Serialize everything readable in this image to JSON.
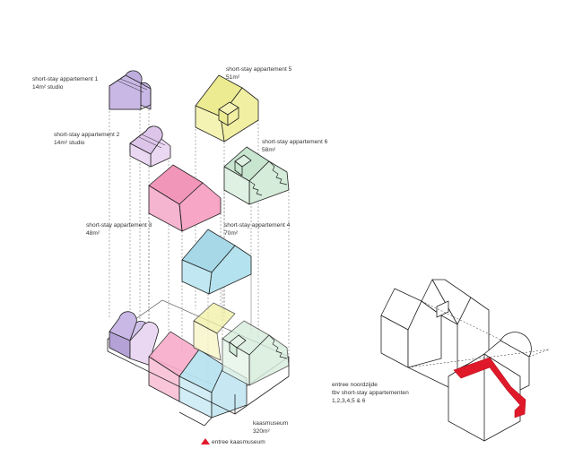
{
  "labels": {
    "unit1": {
      "name": "short-stay appartement 1",
      "area": "14m² studio"
    },
    "unit2": {
      "name": "short-stay appartement 2",
      "area": "14m² studio"
    },
    "unit3": {
      "name": "short-stay appartement 3",
      "area": "48m²"
    },
    "unit4": {
      "name": "short-stay appartement 4",
      "area": "70m²"
    },
    "unit5": {
      "name": "short-stay appartement 5",
      "area": "51m²"
    },
    "unit6": {
      "name": "short-stay appartement 6",
      "area": "58m²"
    },
    "museum": {
      "name": "kaasmuseum",
      "area": "320m²"
    },
    "entrance_museum": "entree kaasmuseum",
    "entrance_north": {
      "line1": "entree noordzijde",
      "line2": "tbv short-stay appartementen",
      "line3": "1,2,3,4,5 & 6"
    }
  },
  "colors": {
    "unit1": "#c9b8e6",
    "unit2": "#ead8f2",
    "unit3": "#f7a6c6",
    "unit4": "#b5e2ef",
    "unit5": "#f1f0a2",
    "unit6": "#d4ecd9",
    "entrance": "#e0192a",
    "outline": "#222222"
  },
  "icons": [
    "entrance-triangle-icon"
  ]
}
